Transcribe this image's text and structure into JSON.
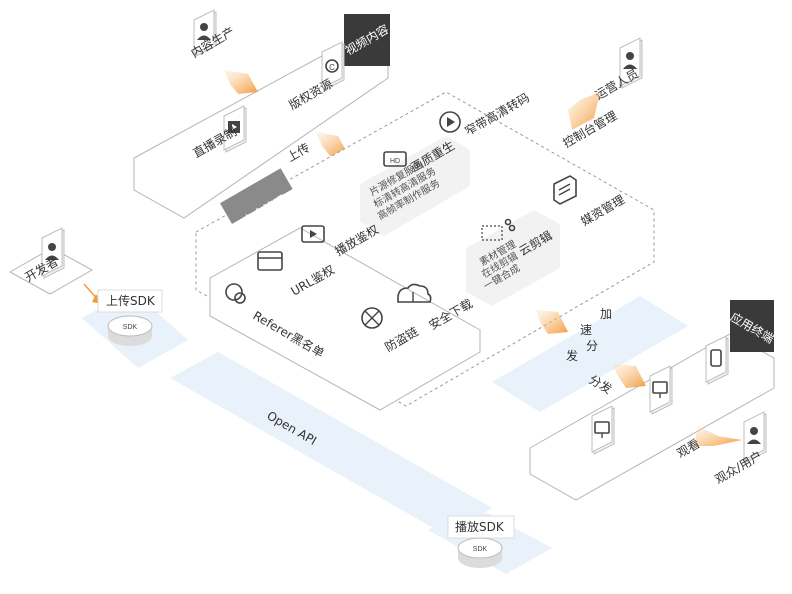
{
  "video_content": {
    "title": "视频内容",
    "content_production": "内容生产",
    "copyright_resources": "版权资源",
    "live_recording": "直播录制",
    "upload": "上传"
  },
  "operations": {
    "operator": "运营人员",
    "console_management": "控制台管理"
  },
  "core": {
    "narrowband_hd": "窄带高清转码",
    "picture_rebirth": {
      "title": "画质重生",
      "lines": [
        "片源修复服务",
        "标清转高清服务",
        "高帧率制作服务"
      ]
    },
    "media_asset_management": "媒资管理",
    "cloud_clipping": {
      "title": "云剪辑",
      "lines": [
        "素材管理",
        "在线剪辑",
        "一键合成"
      ]
    }
  },
  "security": {
    "title": "安全管理",
    "playback_auth": "播放鉴权",
    "url_auth": "URL鉴权",
    "secure_download": "安全下载",
    "referer_blacklist": "Referer黑名单",
    "anti_leech": "防盗链"
  },
  "developer": {
    "label": "开发者",
    "upload_sdk": "上传SDK",
    "sdk_badge": "SDK"
  },
  "open_api": "Open API",
  "play_sdk": {
    "label": "播放SDK",
    "sdk_badge": "SDK"
  },
  "acceleration": {
    "chars": [
      "加",
      "速",
      "分",
      "发"
    ]
  },
  "application": {
    "title": "应用终端",
    "distribute": "分发",
    "watch": "观看",
    "audience": "观众/用户"
  },
  "colors": {
    "accent_orange": "#f39a3b",
    "dark_label": "#3a3a3a",
    "gray_label": "#8a8a8a",
    "light_blue": "#e9f1fa"
  }
}
